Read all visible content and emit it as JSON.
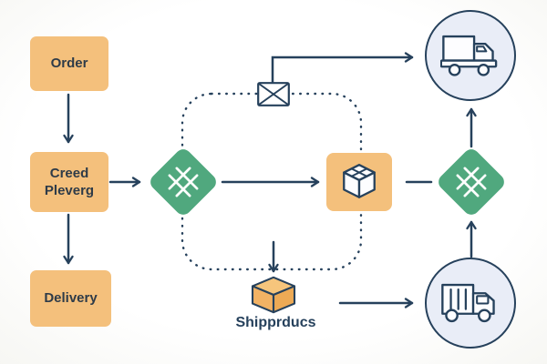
{
  "nodes": {
    "order": {
      "label": "Order"
    },
    "process": {
      "label": "Creed Pleverg"
    },
    "delivery": {
      "label": "Delivery"
    },
    "decision_left": {
      "icon": "grid-hash-icon"
    },
    "package_process": {
      "icon": "cube-icon"
    },
    "decision_right": {
      "icon": "grid-hash-icon"
    },
    "mail": {
      "icon": "envelope-icon"
    },
    "shipment": {
      "icon": "package-icon",
      "label": "Shipprducs"
    },
    "truck_top": {
      "icon": "box-truck-icon"
    },
    "truck_bottom": {
      "icon": "cargo-truck-icon"
    }
  },
  "colors": {
    "navy": "#26415c",
    "box_orange": "#f4c07c",
    "diamond_green": "#50a87e",
    "circle_fill": "#e9edf7",
    "package_top": "#f6c57c",
    "package_left": "#f2b264",
    "package_right": "#edaa55",
    "text_dark": "#2e3b48",
    "icon_white": "#ffffff"
  }
}
